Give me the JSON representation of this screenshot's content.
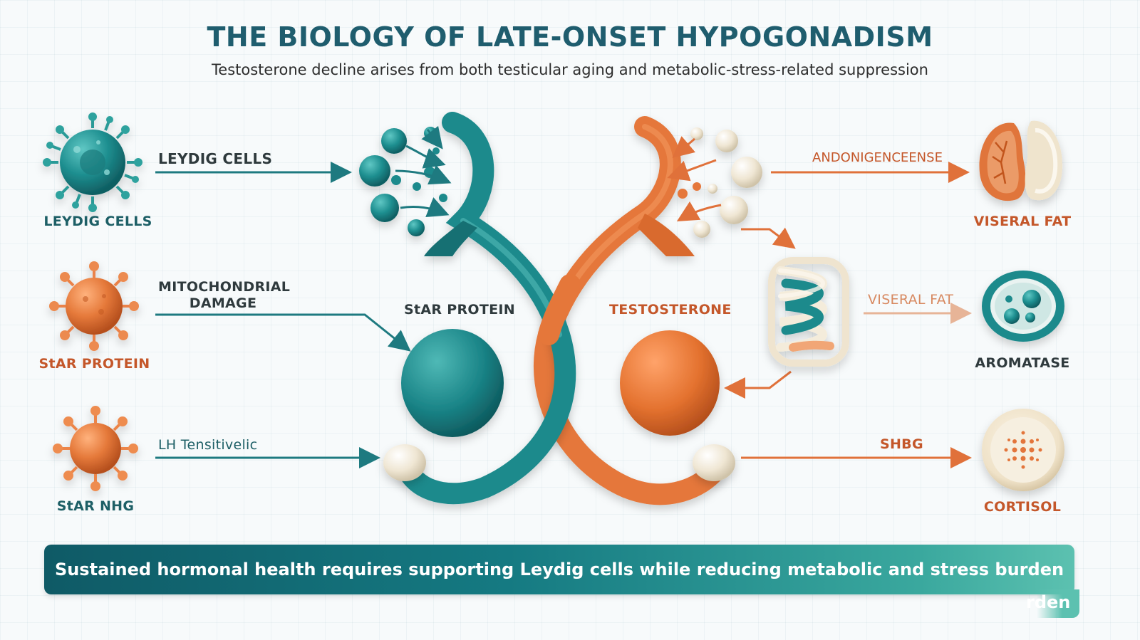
{
  "header": {
    "title": "THE BIOLOGY OF LATE-ONSET HYPOGONADISM",
    "subtitle": "Testosterone decline arises from both testicular aging and metabolic-stress-related suppression"
  },
  "left_icons": {
    "icon1_label": "LEYDIG CELLS",
    "icon2_label": "StAR PROTEIN",
    "icon3_label": "StAR NHG"
  },
  "left_arrows": {
    "arrow1_label": "LEYDIG CELLS",
    "arrow2_label_line1": "MITOCHONDRIAL",
    "arrow2_label_line2": "DAMAGE",
    "arrow3_label": "LH Tensitivelic"
  },
  "center": {
    "left_label": "StAR PROTEIN",
    "right_label": "TESTOSTERONE"
  },
  "right_arrows": {
    "arrow1_label": "ANDONIGENCEENSE",
    "arrow2_label": "VISERAL FAT",
    "arrow3_label": "SHBG"
  },
  "right_icons": {
    "icon1_label": "VISERAL FAT",
    "icon2_label": "AROMATASE",
    "icon3_label": "CORTISOL"
  },
  "footer": {
    "banner_text": "Sustained hormonal health requires supporting Leydig cells while reducing metabolic and stress burden",
    "banner_tail": "rden"
  },
  "colors": {
    "teal": "#1e8a8c",
    "orange": "#e67a3c",
    "cream": "#f1e8d6",
    "title": "#1f5d6e"
  },
  "icons": [
    "virus-cell-icon",
    "mitochondria-icon",
    "adipose-tissue-icon",
    "aromatase-cell-icon",
    "cortisol-disc-icon",
    "coil-complex-icon"
  ]
}
